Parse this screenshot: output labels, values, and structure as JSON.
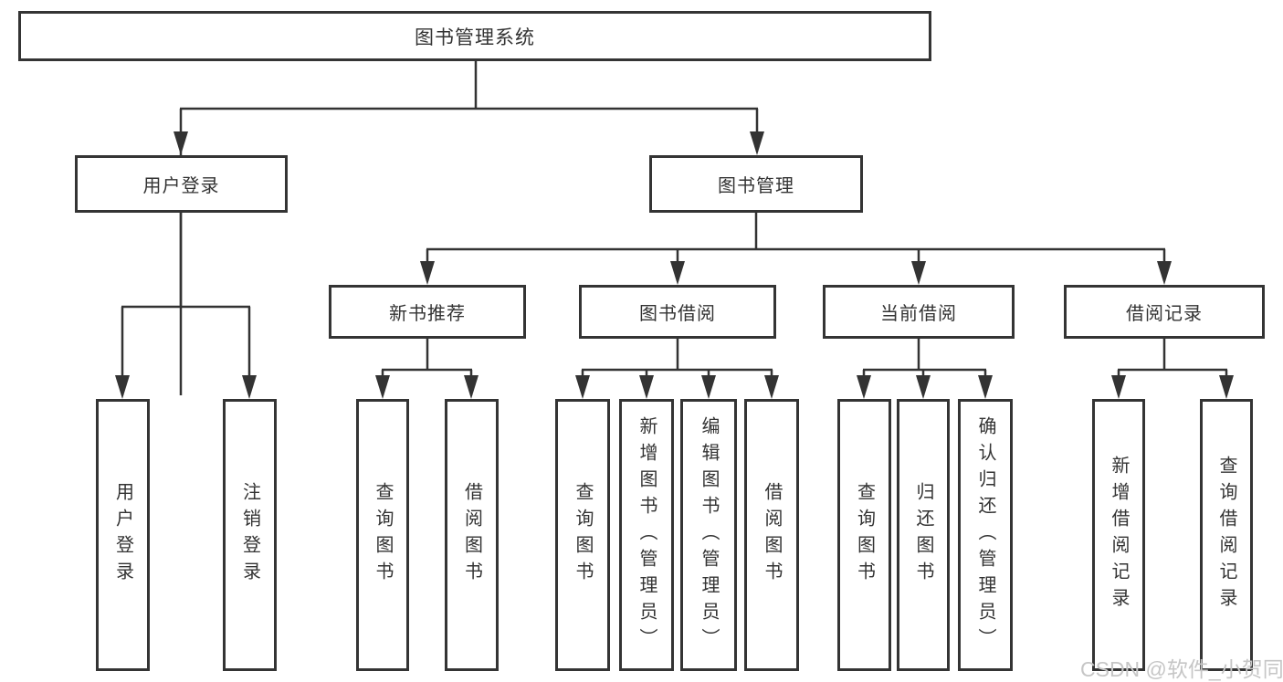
{
  "tree": {
    "root": "图书管理系统",
    "user_login_branch": {
      "label": "用户登录",
      "children": [
        "用户登录",
        "注销登录"
      ]
    },
    "book_mgmt_branch": {
      "label": "图书管理",
      "groups": [
        {
          "label": "新书推荐",
          "children": [
            "查询图书",
            "借阅图书"
          ]
        },
        {
          "label": "图书借阅",
          "children": [
            "查询图书",
            "新增图书（管理员）",
            "编辑图书（管理员）",
            "借阅图书"
          ]
        },
        {
          "label": "当前借阅",
          "children": [
            "查询图书",
            "归还图书",
            "确认归还（管理员）"
          ]
        },
        {
          "label": "借阅记录",
          "children": [
            "新增借阅记录",
            "查询借阅记录"
          ]
        }
      ]
    }
  },
  "watermark": "CSDN @软件_小贺同学",
  "colors": {
    "line": "#333333",
    "box_border": "#343434",
    "text": "#333333",
    "watermark": "#c6c6c6",
    "background": "#ffffff"
  }
}
